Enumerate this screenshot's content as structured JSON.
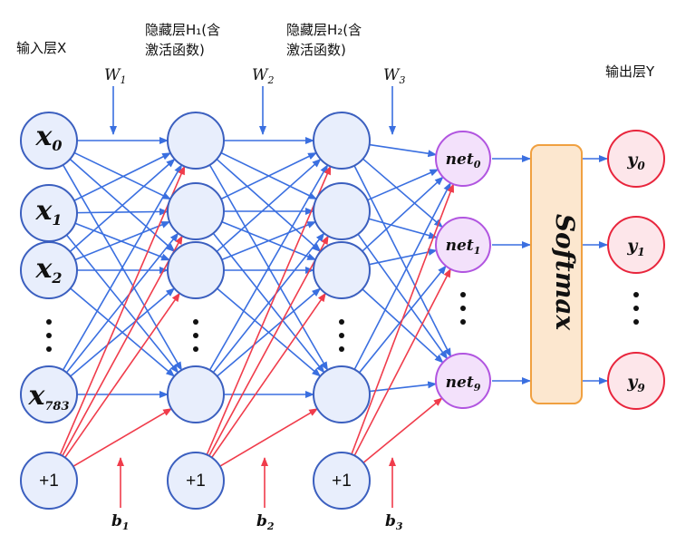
{
  "labels": {
    "input_layer": "输入层X",
    "hidden1_line1": "隐藏层H₁(含",
    "hidden1_line2": "激活函数)",
    "hidden2_line1": "隐藏层H₂(含",
    "hidden2_line2": "激活函数)",
    "output_layer": "输出层Y"
  },
  "weights": {
    "w1": {
      "base": "W",
      "sub": "1"
    },
    "w2": {
      "base": "W",
      "sub": "2"
    },
    "w3": {
      "base": "W",
      "sub": "3"
    }
  },
  "biases": {
    "b1": {
      "base": "b",
      "sub": "1"
    },
    "b2": {
      "base": "b",
      "sub": "2"
    },
    "b3": {
      "base": "b",
      "sub": "3"
    }
  },
  "input_nodes": [
    {
      "base": "x",
      "sub": "0"
    },
    {
      "base": "x",
      "sub": "1"
    },
    {
      "base": "x",
      "sub": "2"
    },
    {
      "base": "x",
      "sub": "783"
    }
  ],
  "bias_node": "+1",
  "net_nodes": [
    {
      "base": "net",
      "sub": "0"
    },
    {
      "base": "net",
      "sub": "1"
    },
    {
      "base": "net",
      "sub": "9"
    }
  ],
  "softmax": "Softmax",
  "output_nodes": [
    {
      "base": "y",
      "sub": "0"
    },
    {
      "base": "y",
      "sub": "1"
    },
    {
      "base": "y",
      "sub": "9"
    }
  ],
  "colors": {
    "node_fill": "#e8eefc",
    "node_stroke": "#3b5fbf",
    "blue_edge": "#3a6fe0",
    "red_edge": "#f03c4b",
    "net_fill": "#f3e1fb",
    "net_stroke": "#b155e0",
    "out_fill": "#fde6ea",
    "out_stroke": "#e8253c",
    "softmax_fill": "#fce7cf",
    "softmax_stroke": "#f0a040"
  }
}
